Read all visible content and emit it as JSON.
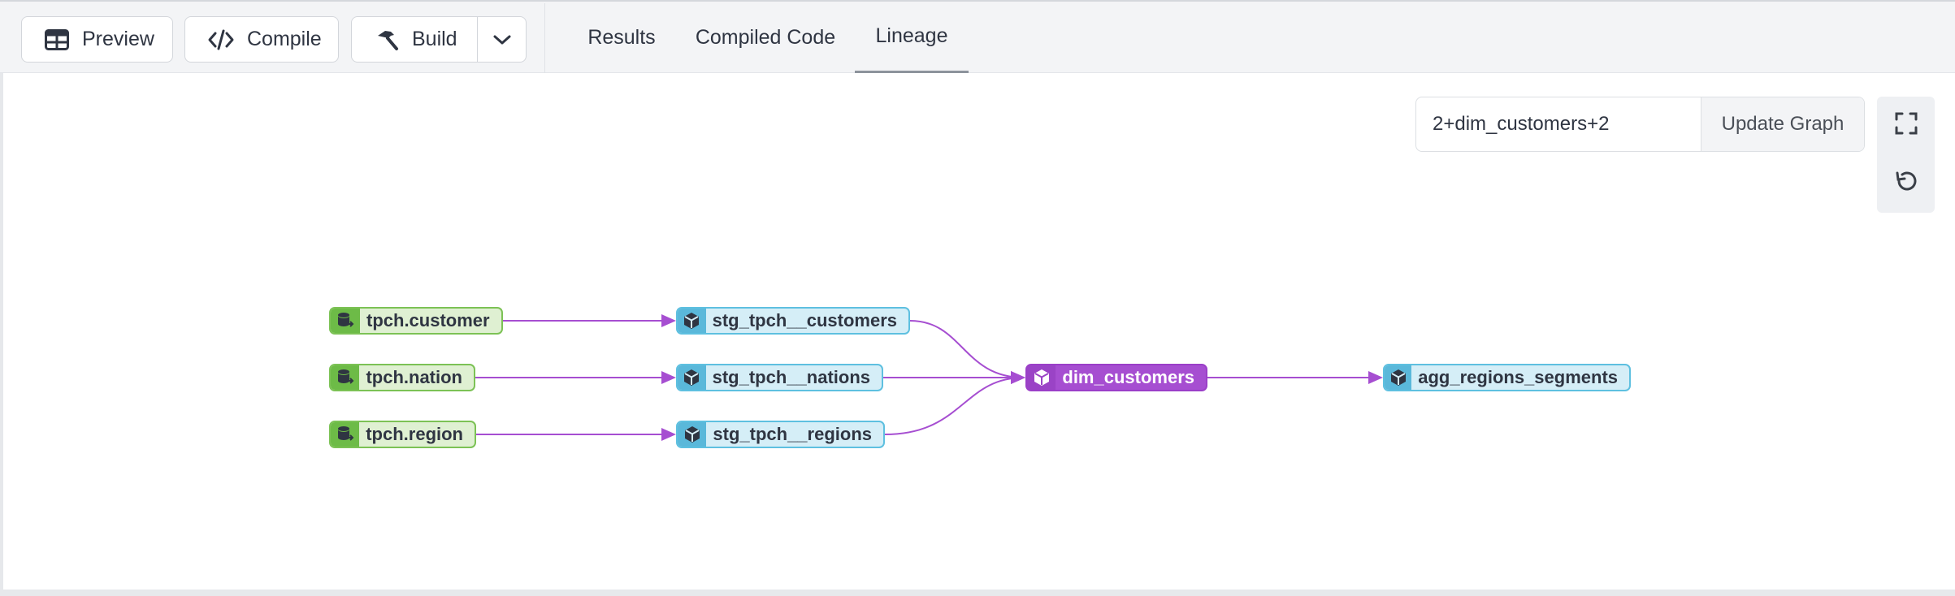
{
  "toolbar": {
    "preview_label": "Preview",
    "compile_label": "Compile",
    "build_label": "Build"
  },
  "tabs": [
    {
      "label": "Results",
      "active": false
    },
    {
      "label": "Compiled Code",
      "active": false
    },
    {
      "label": "Lineage",
      "active": true
    }
  ],
  "lineage": {
    "selector_value": "2+dim_customers+2",
    "update_label": "Update Graph",
    "nodes": {
      "tpch_customer": "tpch.customer",
      "tpch_nation": "tpch.nation",
      "tpch_region": "tpch.region",
      "stg_customers": "stg_tpch__customers",
      "stg_nations": "stg_tpch__nations",
      "stg_regions": "stg_tpch__regions",
      "dim_customers": "dim_customers",
      "agg_regions_segments": "agg_regions_segments"
    }
  },
  "colors": {
    "source_fill": "#dff0d2",
    "source_border": "#7cc255",
    "model_fill": "#d5eef7",
    "model_border": "#5ec0e0",
    "selected": "#a64ed1",
    "edge": "#a64ed1"
  },
  "icons": {
    "preview": "table-icon",
    "compile": "code-icon",
    "build": "hammer-icon",
    "source": "database-icon",
    "model": "cube-icon",
    "fullscreen": "fullscreen-icon",
    "reset": "reset-icon"
  }
}
